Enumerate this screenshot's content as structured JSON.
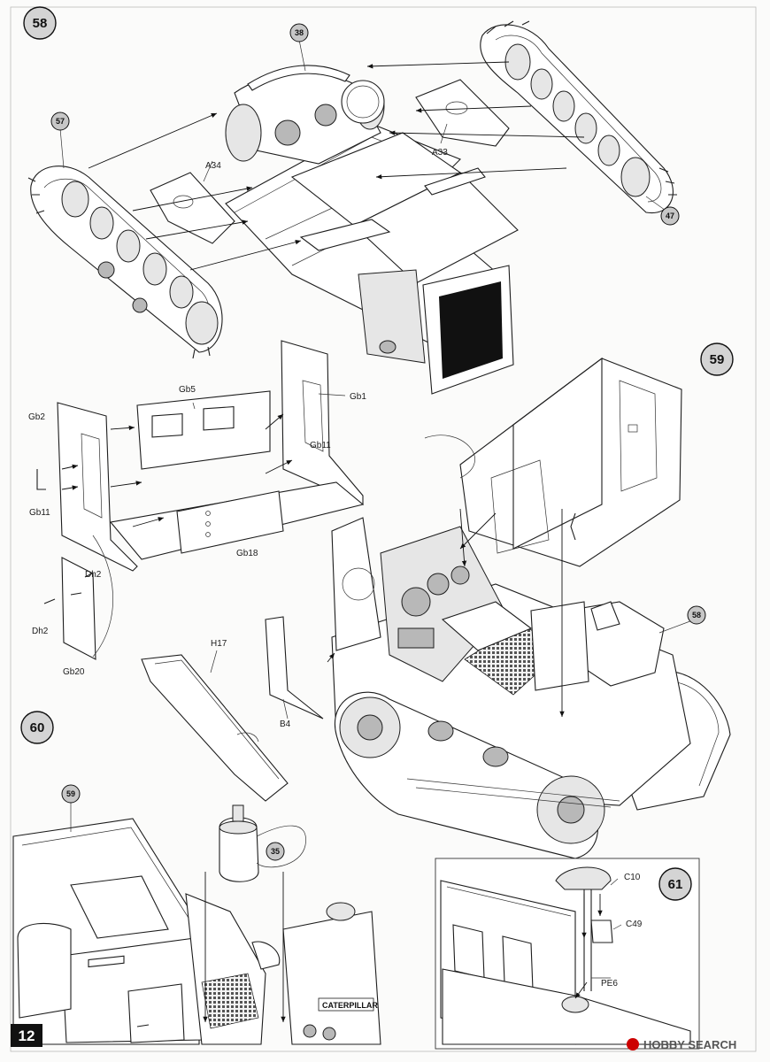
{
  "page_number": "12",
  "watermark": "HOBBY SEARCH",
  "steps": [
    {
      "number": "58"
    },
    {
      "number": "59"
    },
    {
      "number": "60"
    },
    {
      "number": "61"
    }
  ],
  "refs": {
    "r38": "38",
    "r57": "57",
    "r47": "47",
    "r58": "58",
    "r59": "59",
    "r35": "35"
  },
  "labels": {
    "a33": "A33",
    "a34": "A34",
    "gb5": "Gb5",
    "gb1": "Gb1",
    "gb2": "Gb2",
    "gb11a": "Gb11",
    "gb11b": "Gb11",
    "gb18": "Gb18",
    "gb20": "Gb20",
    "dh2a": "Dh2",
    "dh2b": "Dh2",
    "h17": "H17",
    "b4": "B4",
    "c10": "C10",
    "c49": "C49",
    "pe6": "PE6"
  },
  "grille_text": "CATERPILLAR"
}
